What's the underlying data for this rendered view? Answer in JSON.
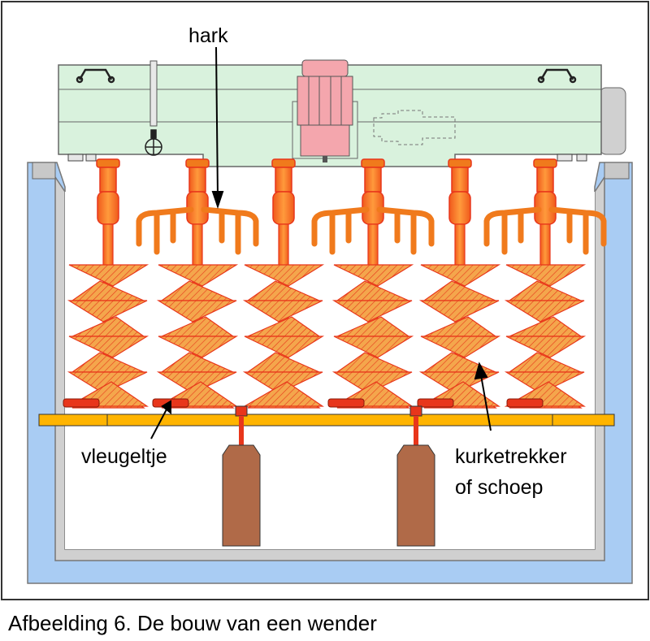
{
  "labels": {
    "hark": "hark",
    "vleugeltje": "vleugeltje",
    "kurketrekker_line1": "kurketrekker",
    "kurketrekker_line2": "of schoep"
  },
  "caption": "Afbeelding 6.  De bouw van een wender",
  "colors": {
    "water": "#a9ccf3",
    "tank_wall": "#d0d0d0",
    "carriage": "#d9f2dd",
    "motor": "#f4a6ad",
    "shaft": "#f07a1c",
    "shaft_edge": "#e8361b",
    "auger_fill": "#f4a64c",
    "base_beam": "#ffb400",
    "wing": "#e8361b",
    "support_post": "#b06a48"
  },
  "icons": [
    "lifting-handle-icon",
    "lamp-icon"
  ]
}
